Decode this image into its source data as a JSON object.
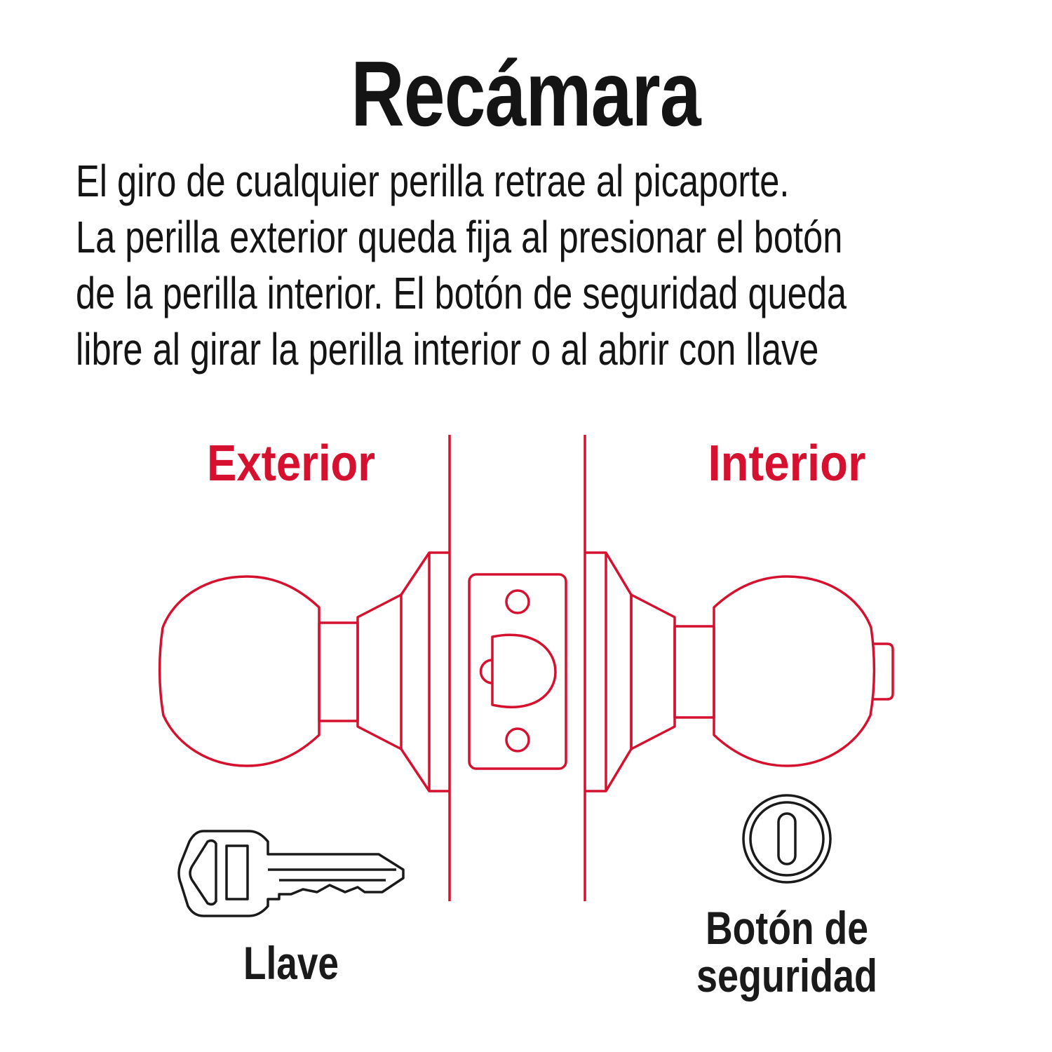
{
  "title": "Recámara",
  "description_lines": [
    "El giro de cualquier perilla retrae al picaporte.",
    "La perilla exterior queda fija al presionar el botón",
    "de la perilla interior. El botón de seguridad queda",
    "libre al girar la perilla interior o al abrir con llave"
  ],
  "labels": {
    "exterior": "Exterior",
    "interior": "Interior",
    "key": "Llave",
    "button_line1": "Botón de",
    "button_line2": "seguridad"
  },
  "colors": {
    "accent": "#d6112f",
    "text": "#141414"
  }
}
